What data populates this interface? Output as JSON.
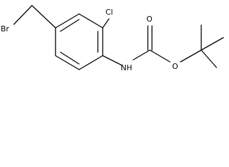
{
  "molecule": {
    "atoms": {
      "br": "Br",
      "cl": "Cl",
      "nh": "NH",
      "o_carbonyl": "O",
      "o_ester": "O"
    }
  }
}
